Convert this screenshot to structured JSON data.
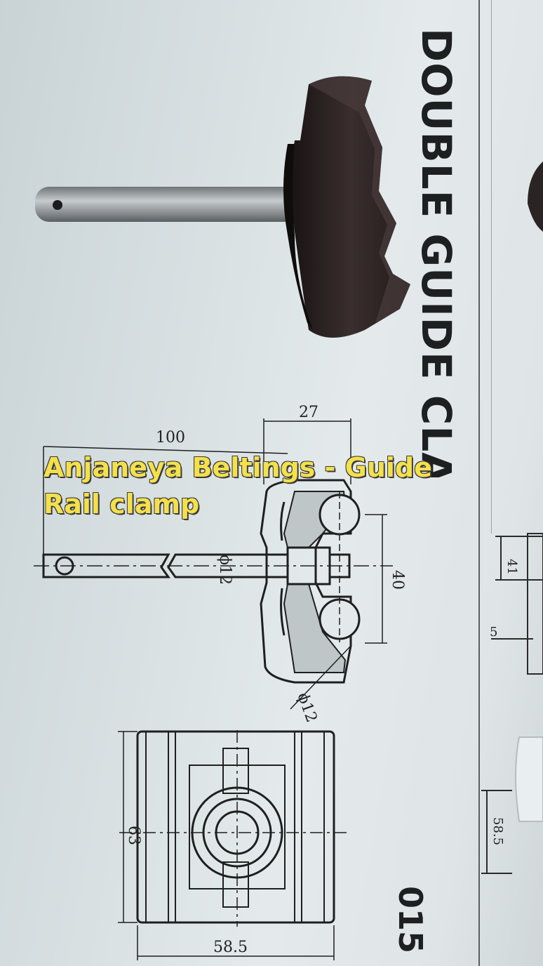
{
  "catalog": {
    "title": "DOUBLE GUIDE CLAMP",
    "page_number": "015"
  },
  "overlay_caption": "Anjaneya Beltings - Guide Rail clamp",
  "drawing_dimensions": {
    "length": "100",
    "width_top": "27",
    "diameter_shaft": "ϕ12",
    "roller_spacing": "40",
    "roller_diameter": "ϕ12",
    "height_bottom_view": "63",
    "width_bottom_view": "58.5"
  },
  "side_panel_dimensions": {
    "d1": "41",
    "d2": "5",
    "d3": "58.5"
  }
}
